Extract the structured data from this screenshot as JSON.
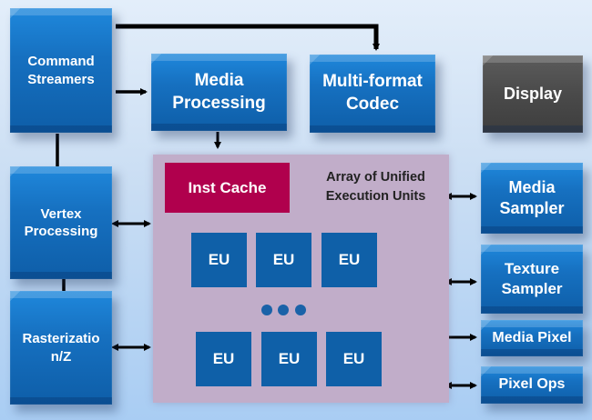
{
  "diagram": {
    "blocks": {
      "command_streamers": "Command Streamers",
      "media_processing": "Media Processing",
      "multiformat_codec": "Multi-format Codec",
      "display": "Display",
      "vertex_processing": "Vertex Processing",
      "rasterization": "Rasterizatio n/Z",
      "media_sampler": "Media Sampler",
      "texture_sampler": "Texture Sampler",
      "media_pixel": "Media Pixel",
      "pixel_ops": "Pixel Ops"
    },
    "array": {
      "title": "Array of Unified Execution Units",
      "inst_cache": "Inst Cache",
      "eu_rows": [
        [
          "EU",
          "EU",
          "EU"
        ],
        [
          "EU",
          "EU",
          "EU"
        ]
      ],
      "ellipsis_dots": 3
    },
    "colors": {
      "block_blue": "#1670c0",
      "display_gray": "#4a4a4a",
      "inst_cache": "#b0004d",
      "eu_blue": "#0f60a8",
      "array_bg": "#c1adc9"
    },
    "connections": [
      {
        "from": "Command Streamers",
        "to": "Multi-format Codec",
        "type": "arrow"
      },
      {
        "from": "Command Streamers",
        "to": "Media Processing",
        "type": "arrow"
      },
      {
        "from": "Command Streamers",
        "to": "Vertex Processing",
        "type": "arrow"
      },
      {
        "from": "Media Processing",
        "to": "Array of Unified Execution Units",
        "type": "arrow"
      },
      {
        "from": "Vertex Processing",
        "to": "Rasterization/Z",
        "type": "arrow"
      },
      {
        "from": "Vertex Processing",
        "to": "Array of Unified Execution Units",
        "type": "bidirectional"
      },
      {
        "from": "Rasterization/Z",
        "to": "Array of Unified Execution Units",
        "type": "bidirectional"
      },
      {
        "from": "Array of Unified Execution Units",
        "to": "Media Sampler",
        "type": "bidirectional"
      },
      {
        "from": "Array of Unified Execution Units",
        "to": "Texture Sampler",
        "type": "bidirectional"
      },
      {
        "from": "Array of Unified Execution Units",
        "to": "Media Pixel",
        "type": "bidirectional"
      },
      {
        "from": "Array of Unified Execution Units",
        "to": "Pixel Ops",
        "type": "bidirectional"
      }
    ]
  }
}
